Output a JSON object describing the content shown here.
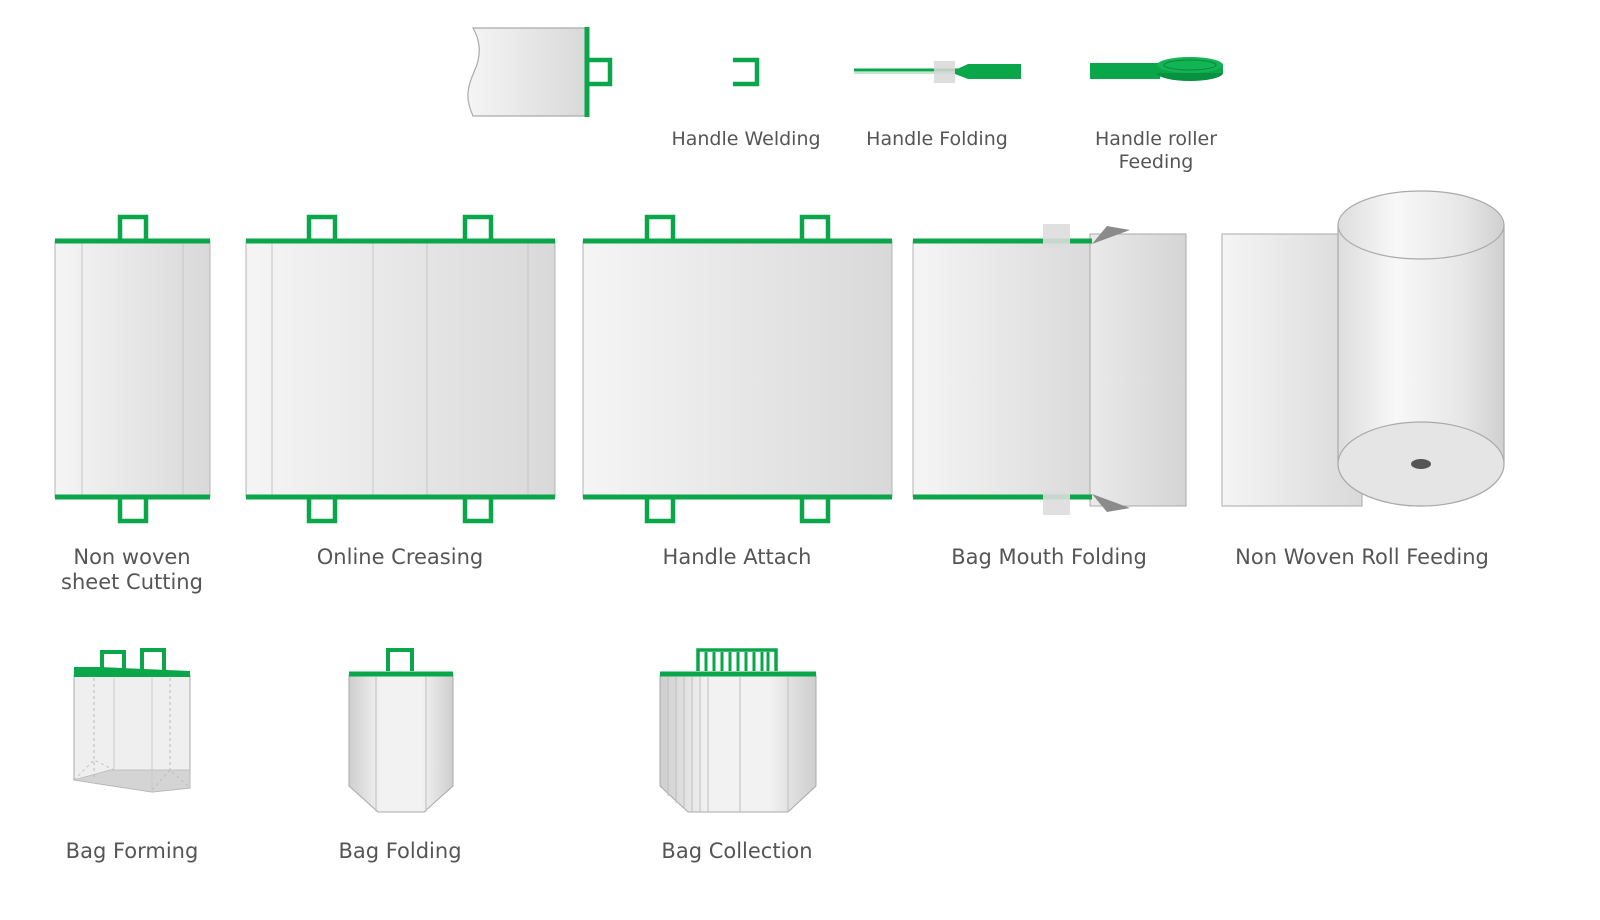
{
  "colors": {
    "accent_green": "#0aa64a",
    "sheet_light": "#f3f4f3",
    "sheet_dark": "#d9dad9",
    "outline": "#a9aaa9",
    "label_text": "#555555"
  },
  "steps": {
    "handle_welding": "Handle Welding",
    "handle_folding": "Handle Folding",
    "handle_roller_feeding": [
      "Handle roller",
      "Feeding"
    ],
    "sheet_cutting": [
      "Non woven",
      "sheet Cutting"
    ],
    "online_creasing": "Online Creasing",
    "handle_attach": "Handle Attach",
    "bag_mouth_folding": "Bag Mouth Folding",
    "roll_feeding": "Non Woven Roll Feeding",
    "bag_forming": "Bag Forming",
    "bag_folding": "Bag Folding",
    "bag_collection": "Bag Collection"
  }
}
